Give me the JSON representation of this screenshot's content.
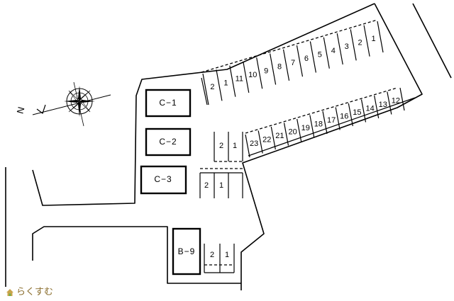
{
  "compass": {
    "north_label": "N"
  },
  "buildings": [
    {
      "id": "c1",
      "label": "C−1"
    },
    {
      "id": "c2",
      "label": "C−2"
    },
    {
      "id": "c3",
      "label": "C−3"
    },
    {
      "id": "b9",
      "label": "B−9"
    }
  ],
  "upper_row": [
    "2",
    "1",
    "11",
    "10",
    "9",
    "8",
    "7",
    "6",
    "5",
    "4",
    "3",
    "2",
    "1"
  ],
  "lower_row": [
    "23",
    "22",
    "21",
    "20",
    "19",
    "18",
    "17",
    "16",
    "15",
    "14",
    "13",
    "12"
  ],
  "center_top_pair": [
    "2",
    "1"
  ],
  "center_bottom_pair": [
    "2",
    "1"
  ],
  "b9_pair": [
    "2",
    "1"
  ],
  "brand": {
    "name": "らくすむ",
    "icon": "house-icon",
    "color": "#8a6d2c"
  }
}
